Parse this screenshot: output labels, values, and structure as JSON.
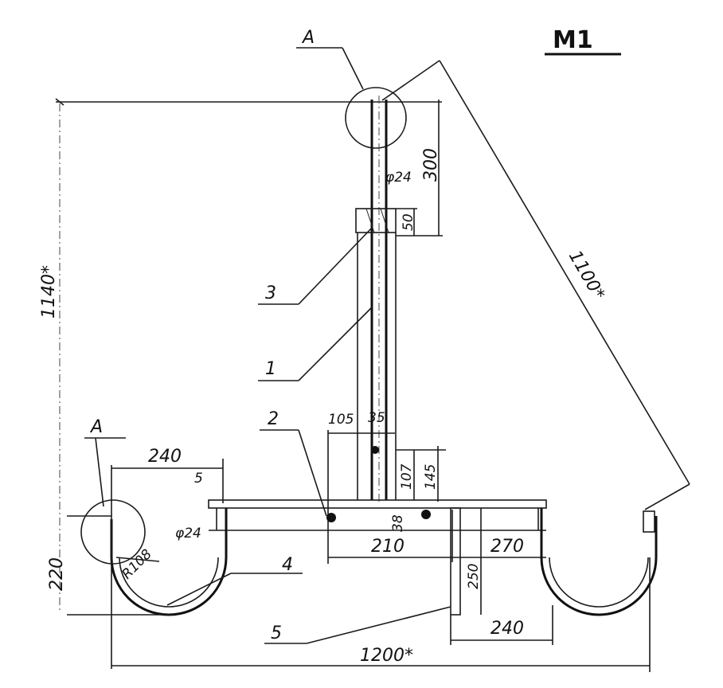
{
  "sheet": {
    "title": "М1"
  },
  "callouts": {
    "detail_a_top": "А",
    "detail_a_left": "А",
    "part_1": "1",
    "part_2": "2",
    "part_3": "3",
    "part_4": "4",
    "part_5": "5"
  },
  "dimensions": {
    "d_1100": "1100*",
    "d_1140": "1140*",
    "d_300": "300",
    "d_phi24_top": "φ24",
    "d_50": "50",
    "d_105": "105",
    "d_35": "35",
    "d_107": "107",
    "d_145": "145",
    "d_38": "38",
    "d_240_top": "240",
    "d_5": "5",
    "d_phi24_left": "φ24",
    "d_r108": "R108",
    "d_220": "220",
    "d_210": "210",
    "d_270": "270",
    "d_250": "250",
    "d_240_bottom": "240",
    "d_1200": "1200*"
  }
}
